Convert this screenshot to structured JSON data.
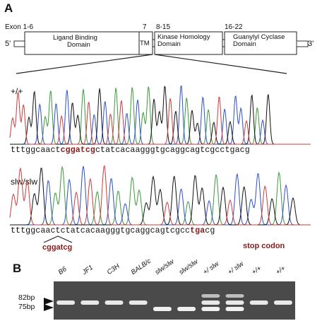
{
  "panel_a": {
    "letter": "A",
    "five_prime": "5'",
    "three_prime": "3'",
    "exon_labels": [
      "Exon 1-6",
      "7",
      "8-15",
      "16-22"
    ],
    "domains": [
      {
        "name": "ligand-binding",
        "line1": "Ligand Binding",
        "line2": "Domain"
      },
      {
        "name": "tm",
        "line1": "TM",
        "line2": ""
      },
      {
        "name": "kinase",
        "line1": "Kinase Homology",
        "line2": "Domain"
      },
      {
        "name": "guanylyl",
        "line1": "Guanylyl Cyclase",
        "line2": "Domain"
      }
    ],
    "wildtype": {
      "genotype": "+/+",
      "seq_prefix": "tttggcaact",
      "seq_highlight": "cggatcg",
      "seq_suffix": "ctatcacaagggtgcaggcagtcgcctgacg"
    },
    "mutant": {
      "genotype": "slw/slw",
      "seq_prefix": "tttggcaact",
      "seq_middle": "ctatcacaagggtgcaggcagtcgcc",
      "seq_stop": "tga",
      "seq_suffix": "cg",
      "deleted_label": "cggatcg",
      "stop_label": "stop codon"
    },
    "trace_colors": {
      "a": "#3a9a3a",
      "c": "#2b4fcc",
      "g": "#111111",
      "t": "#d03a3a"
    }
  },
  "panel_b": {
    "letter": "B",
    "lanes": [
      "B6",
      "JF1",
      "C3H",
      "BALB/c",
      "slw/slw",
      "slw/slw",
      "+/ slw",
      "+/ slw",
      "+/+",
      "+/+"
    ],
    "bands_bp": [
      {
        "label": "82bp",
        "size": 82
      },
      {
        "label": "75bp",
        "size": 75
      }
    ]
  }
}
